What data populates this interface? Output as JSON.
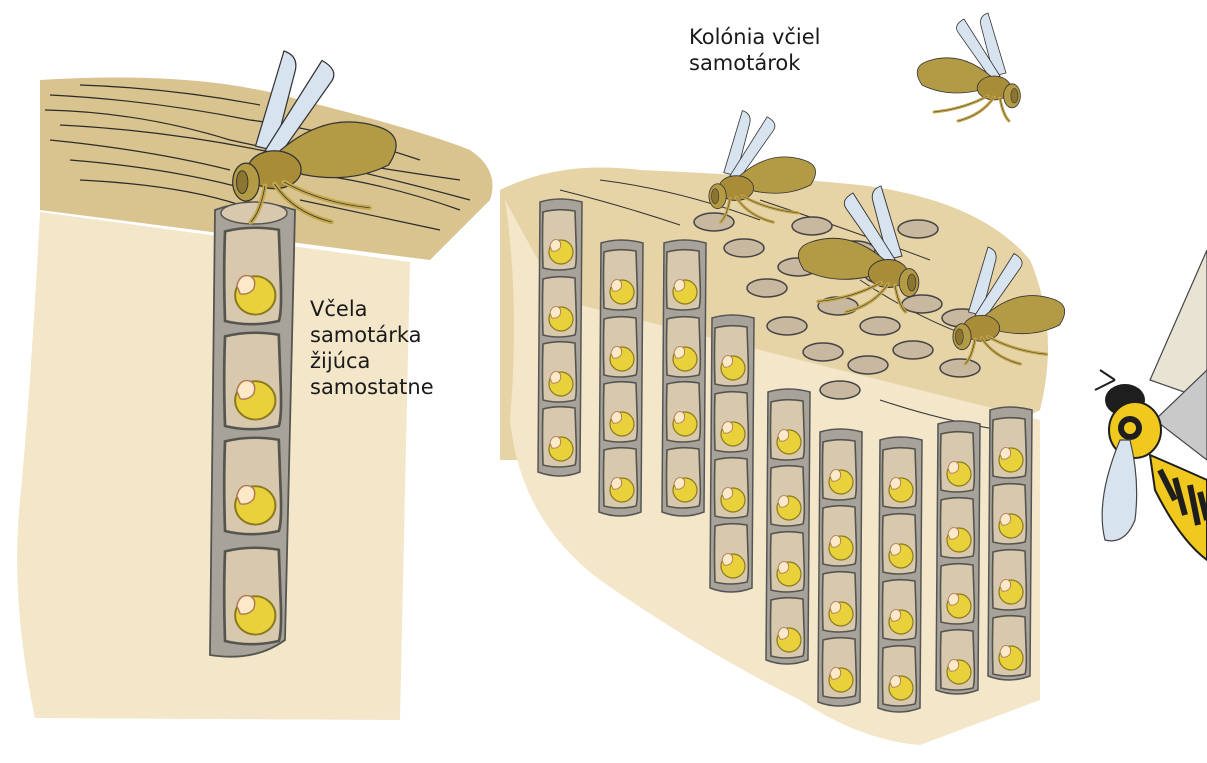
{
  "labels": {
    "solitary_bee": [
      "Včela",
      "samotárka",
      "žijúca",
      "samostatne"
    ],
    "colony": [
      "Kolónia včiel",
      "samotárok"
    ]
  },
  "colors": {
    "soil_light": "#f3e6c9",
    "soil_dark": "#e6d3a6",
    "wood": "#d9c38e",
    "cell_fill": "#d8c8ad",
    "cell_border": "#6b6b66",
    "pollen_ball": "#e8d13a",
    "larva": "#fbe9c8",
    "bee_body": "#b39a45",
    "bee_wing": "#d7e3ee",
    "wasp_yellow": "#f0c81e",
    "wasp_black": "#1e1e1e"
  },
  "icons": {
    "bee": "bee-icon",
    "wasp": "wasp-icon",
    "larva": "larva-icon",
    "pollen": "pollen-ball-icon"
  }
}
